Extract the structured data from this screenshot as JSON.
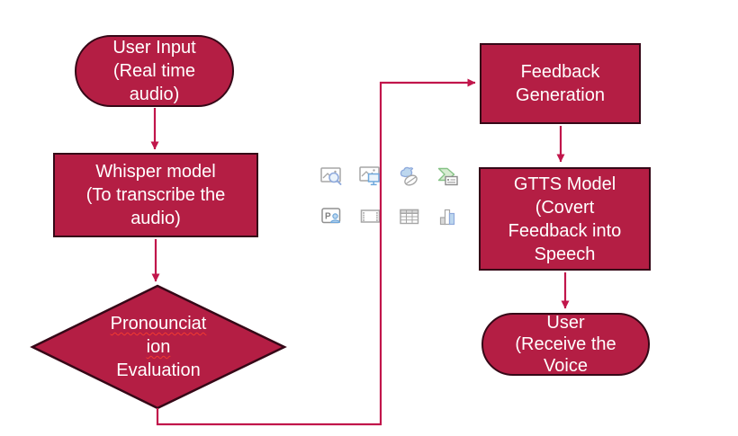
{
  "slide": {
    "background": "#FFFFFF"
  },
  "colors": {
    "shape_fill": "#B41E44",
    "shape_border": "#350817",
    "connector": "#C1164B",
    "node_text": "#FFFFFF",
    "squiggle": "#F23A30"
  },
  "nodes": {
    "user_input": {
      "shape": "rounded-rectangle",
      "label": "User Input\n(Real time\naudio)"
    },
    "whisper": {
      "shape": "rectangle",
      "label": "Whisper model\n(To transcribe the\naudio)"
    },
    "pronunciation": {
      "shape": "diamond",
      "line1": "Pronounciat",
      "line2": "ion",
      "line3": "Evaluation",
      "spellcheck_underline": "line1,line2"
    },
    "feedback": {
      "shape": "rectangle",
      "label": "Feedback\nGeneration"
    },
    "gtts": {
      "shape": "rectangle",
      "label": "GTTS Model\n(Covert\nFeedback into\nSpeech"
    },
    "user_receive": {
      "shape": "rounded-rectangle",
      "label": "User\n(Receive the\nVoice"
    }
  },
  "edges": [
    {
      "from": "user_input",
      "to": "whisper",
      "style": "straight-arrow-down"
    },
    {
      "from": "whisper",
      "to": "pronunciation",
      "style": "straight-arrow-down"
    },
    {
      "from": "pronunciation",
      "to": "feedback",
      "style": "elbow-down-right-up"
    },
    {
      "from": "feedback",
      "to": "gtts",
      "style": "straight-arrow-down"
    },
    {
      "from": "gtts",
      "to": "user_receive",
      "style": "straight-arrow-down"
    }
  ],
  "placeholder_icons": [
    "stock-images",
    "pictures",
    "icons",
    "smartart",
    "cameo",
    "video",
    "table",
    "chart"
  ]
}
